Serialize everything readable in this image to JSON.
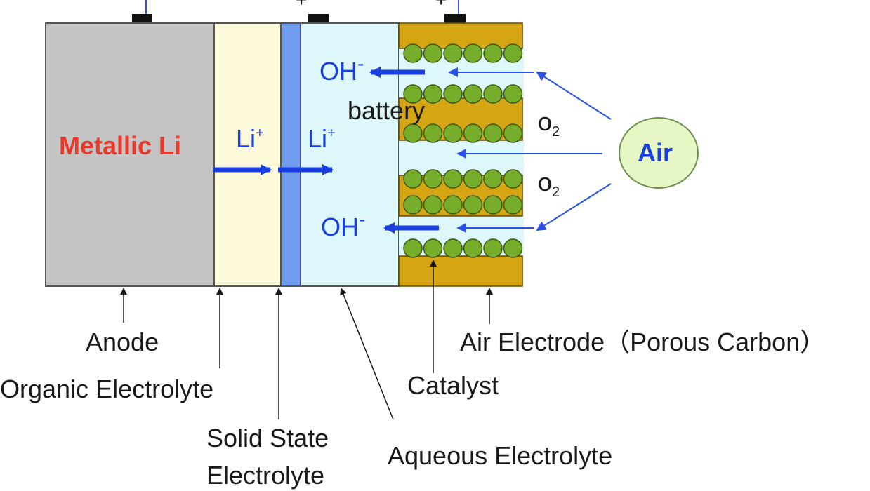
{
  "title": "",
  "regions": {
    "anode_text": "Metallic Li",
    "air_text": "Air"
  },
  "ions": {
    "li_ion_1": "Li",
    "li_ion_1_charge": "+",
    "li_ion_2": "Li",
    "li_ion_2_charge": "+",
    "oh_ion_1": "OH",
    "oh_ion_1_charge": "-",
    "oh_ion_2": "OH",
    "oh_ion_2_charge": "-",
    "o2_1": "o",
    "o2_1_sub": "2",
    "o2_2": "o",
    "o2_2_sub": "2",
    "battery_label": "battery"
  },
  "terminals": {
    "anode_terminal": "−",
    "mid_terminal": "+",
    "cathode_terminal": "+"
  },
  "callouts": {
    "anode": "Anode",
    "organic_electrolyte": "Organic Electrolyte",
    "solid_state_1": "Solid State",
    "solid_state_2": "Electrolyte",
    "aqueous_electrolyte": "Aqueous Electrolyte",
    "catalyst": "Catalyst",
    "air_electrode": "Air Electrode（Porous Carbon）"
  },
  "colors": {
    "anode_fill": "#c4c4c4",
    "organic_fill": "#fdfbdc",
    "solid_fill": "#6f9cef",
    "aqueous_fill": "#ddf7fb",
    "electrode_fill": "#d6a514",
    "catalyst_fill": "#76ad2a",
    "air_fill": "#e6f6c4",
    "ion_blue": "#1a3fe0",
    "anode_text": "#e83a2a"
  }
}
